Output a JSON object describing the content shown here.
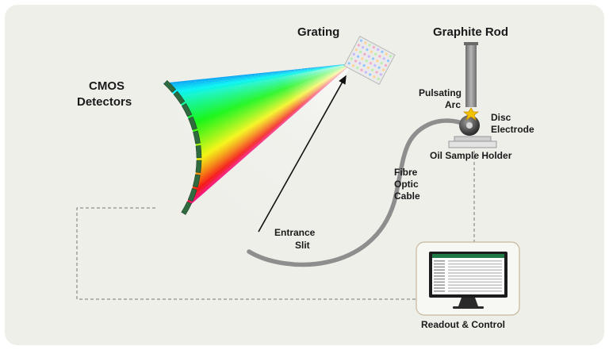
{
  "labels": {
    "grating": "Grating",
    "graphite_rod": "Graphite Rod",
    "cmos_line1": "CMOS",
    "cmos_line2": "Detectors",
    "pulsating_line1": "Pulsating",
    "pulsating_line2": "Arc",
    "disc_line1": "Disc",
    "disc_line2": "Electrode",
    "oil_sample_holder": "Oil Sample Holder",
    "fibre_line1": "Fibre",
    "fibre_line2": "Optic",
    "fibre_line3": "Cable",
    "entrance_line1": "Entrance",
    "entrance_line2": "Slit",
    "readout": "Readout & Control"
  },
  "colors": {
    "panel": "#efefea",
    "detector": "#2f6b3f",
    "cable": "#8e8e8e",
    "rod": "#8a8a8a",
    "arc_spark": "#f2c200",
    "monitor_frame": "#1c1c1c"
  }
}
